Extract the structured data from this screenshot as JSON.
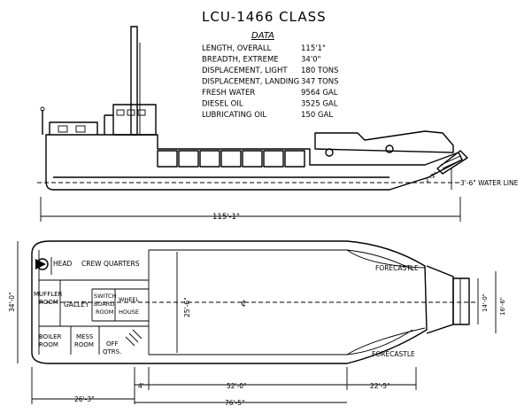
{
  "title": "LCU-1466 CLASS",
  "data_heading": "DATA",
  "specs": [
    {
      "label": "LENGTH, OVERALL",
      "value": "115'1\""
    },
    {
      "label": "BREADTH, EXTREME",
      "value": "34'0\""
    },
    {
      "label": "DISPLACEMENT, LIGHT",
      "value": "180 TONS"
    },
    {
      "label": "DISPLACEMENT, LANDING",
      "value": "347 TONS"
    },
    {
      "label": "FRESH WATER",
      "value": "9564 GAL"
    },
    {
      "label": "DIESEL OIL",
      "value": "3525 GAL"
    },
    {
      "label": "LUBRICATING OIL",
      "value": "150 GAL"
    }
  ],
  "profile": {
    "water_line_label": "3'-6\" WATER LINE",
    "length_dim": "115'-1\""
  },
  "plan": {
    "rooms": {
      "head": "HEAD",
      "crew_quarters": "CREW QUARTERS",
      "muffler_room_1": "MUFFLER",
      "muffler_room_2": "ROOM",
      "galley": "GALLEY",
      "switch_board_1": "SWITCH",
      "switch_board_2": "BOARD",
      "switch_board_3": "ROOM",
      "wheel_house_1": "WHEEL",
      "wheel_house_2": "HOUSE",
      "boiler_room_1": "BOILER",
      "boiler_room_2": "ROOM",
      "mess_room_1": "MESS",
      "mess_room_2": "ROOM",
      "off_qtrs_1": "OFF",
      "off_qtrs_2": "QTRS."
    },
    "forecastle_top": "FORECASTLE",
    "forecastle_bottom": "FORECASTLE",
    "centerline": "¢",
    "dims": {
      "beam": "34'-0\"",
      "well_width": "25'-6\"",
      "ramp_width": "14'-0\"",
      "ramp_outer": "16'-6\"",
      "stern": "26'-3\"",
      "small": "4'",
      "well_length": "52'-0\"",
      "bow_length": "22'-5\"",
      "aft_length": "76'-5\""
    }
  }
}
